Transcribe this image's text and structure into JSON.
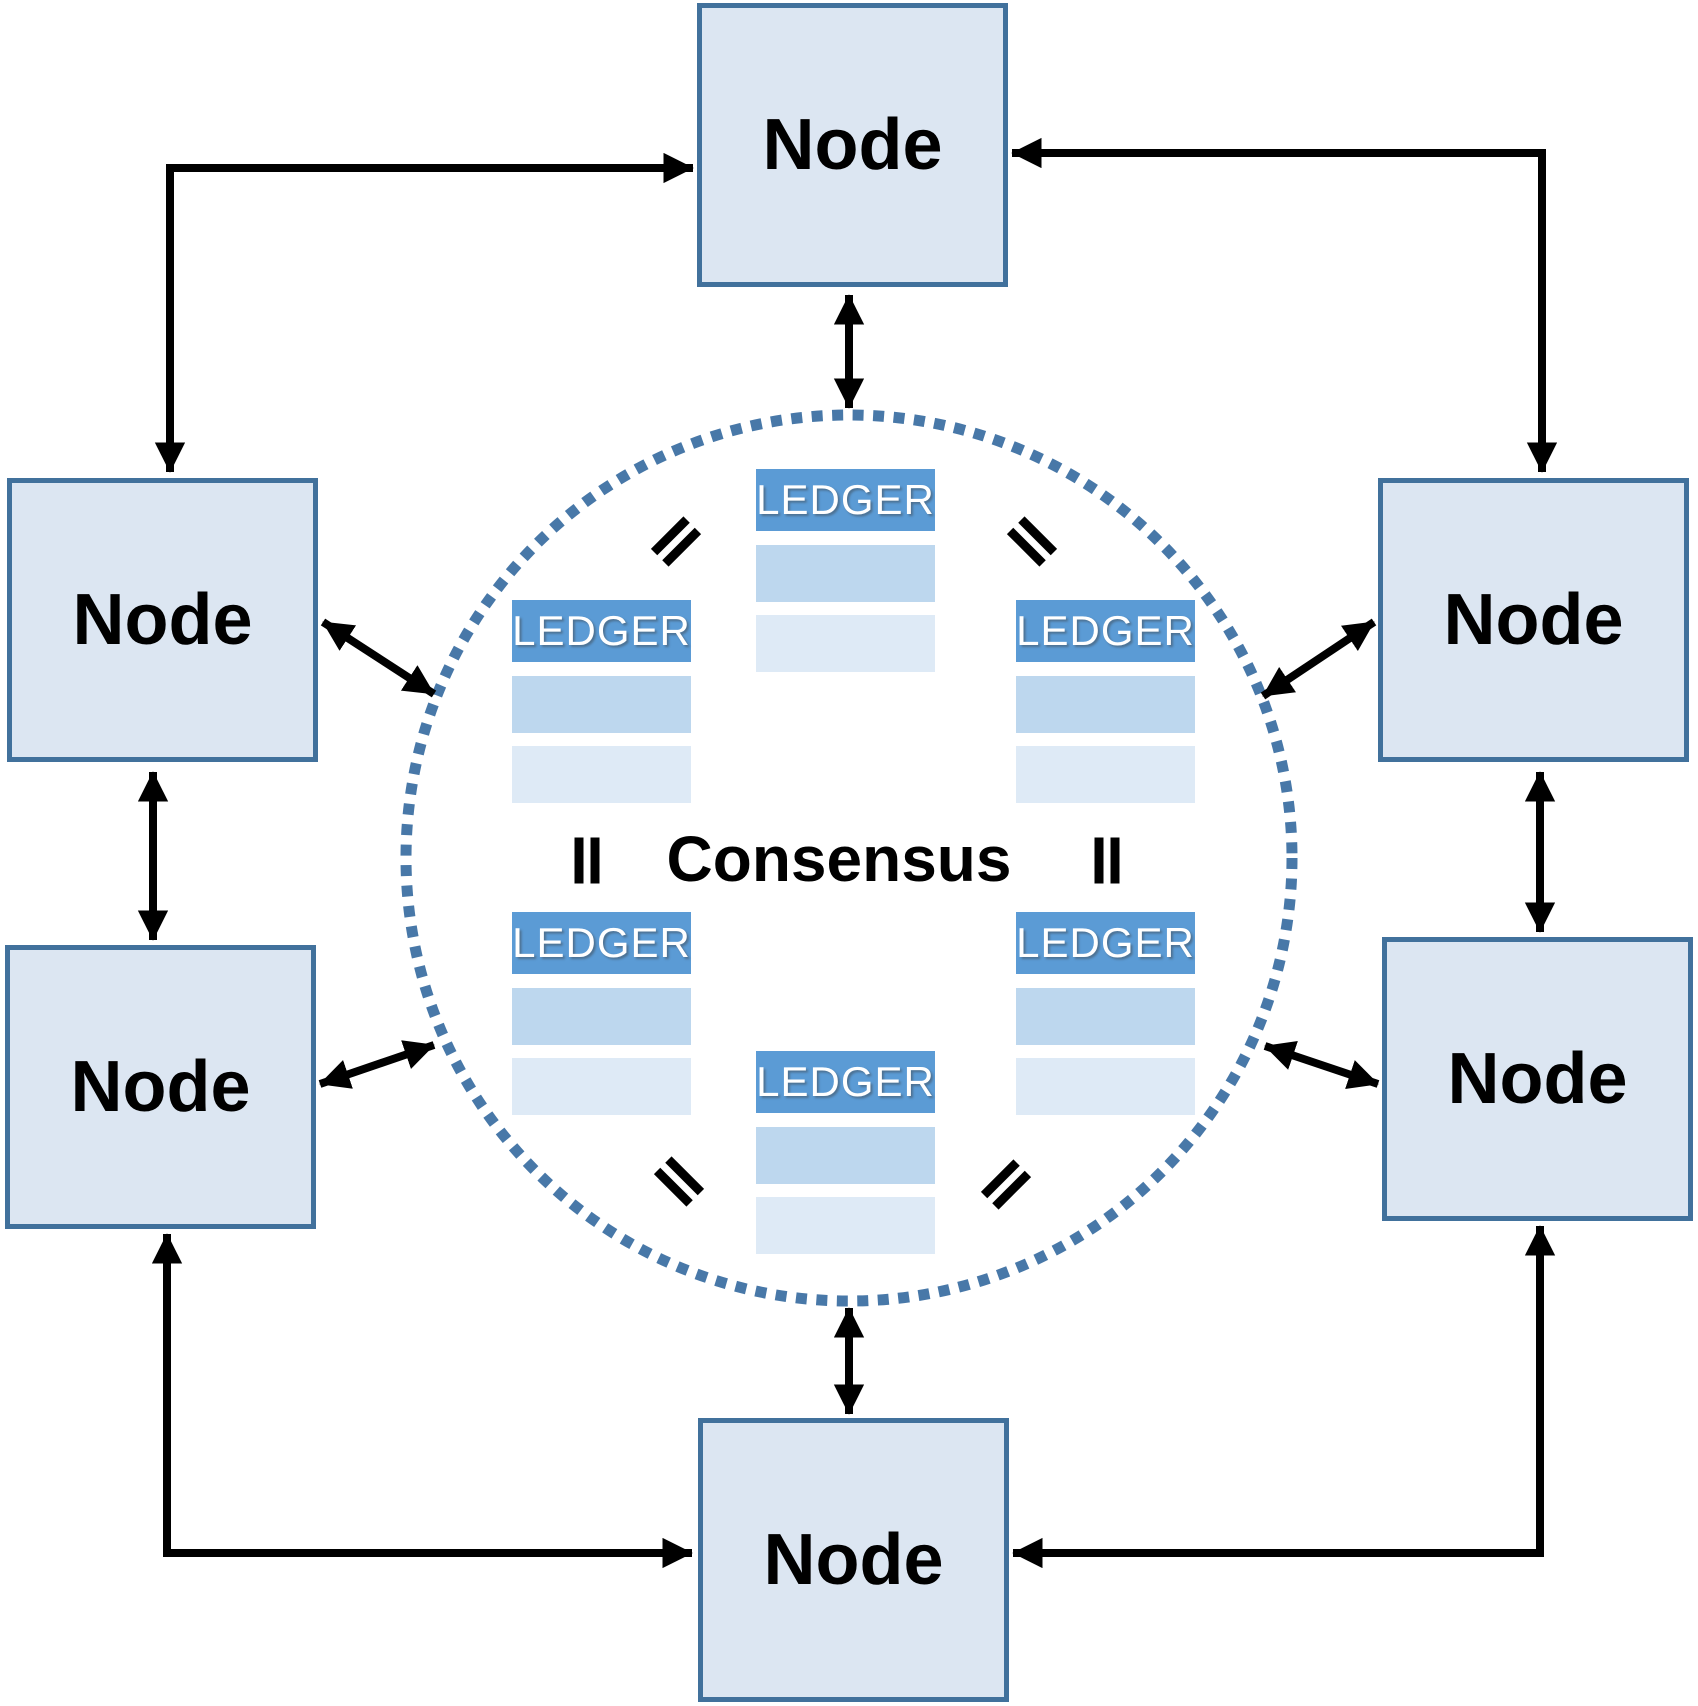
{
  "diagram": {
    "consensus_label": "Consensus",
    "nodes": [
      {
        "id": "top",
        "label": "Node"
      },
      {
        "id": "upper-left",
        "label": "Node"
      },
      {
        "id": "upper-right",
        "label": "Node"
      },
      {
        "id": "lower-left",
        "label": "Node"
      },
      {
        "id": "lower-right",
        "label": "Node"
      },
      {
        "id": "bottom",
        "label": "Node"
      }
    ],
    "ledgers": [
      {
        "id": "top-center",
        "label": "LEDGER"
      },
      {
        "id": "mid-left",
        "label": "LEDGER"
      },
      {
        "id": "mid-right",
        "label": "LEDGER"
      },
      {
        "id": "lower-left",
        "label": "LEDGER"
      },
      {
        "id": "lower-right",
        "label": "LEDGER"
      },
      {
        "id": "bottom-center",
        "label": "LEDGER"
      }
    ],
    "icons": {
      "equals-icon": "="
    },
    "colors": {
      "node_fill": "#dce6f2",
      "node_border": "#41719c",
      "ledger_header": "#5b9bd5",
      "ledger_row1": "#bdd7ee",
      "ledger_row2": "#deeaf6",
      "circle_dots": "#4878a8",
      "arrow_color": "#000000",
      "label_color": "#000000"
    }
  }
}
